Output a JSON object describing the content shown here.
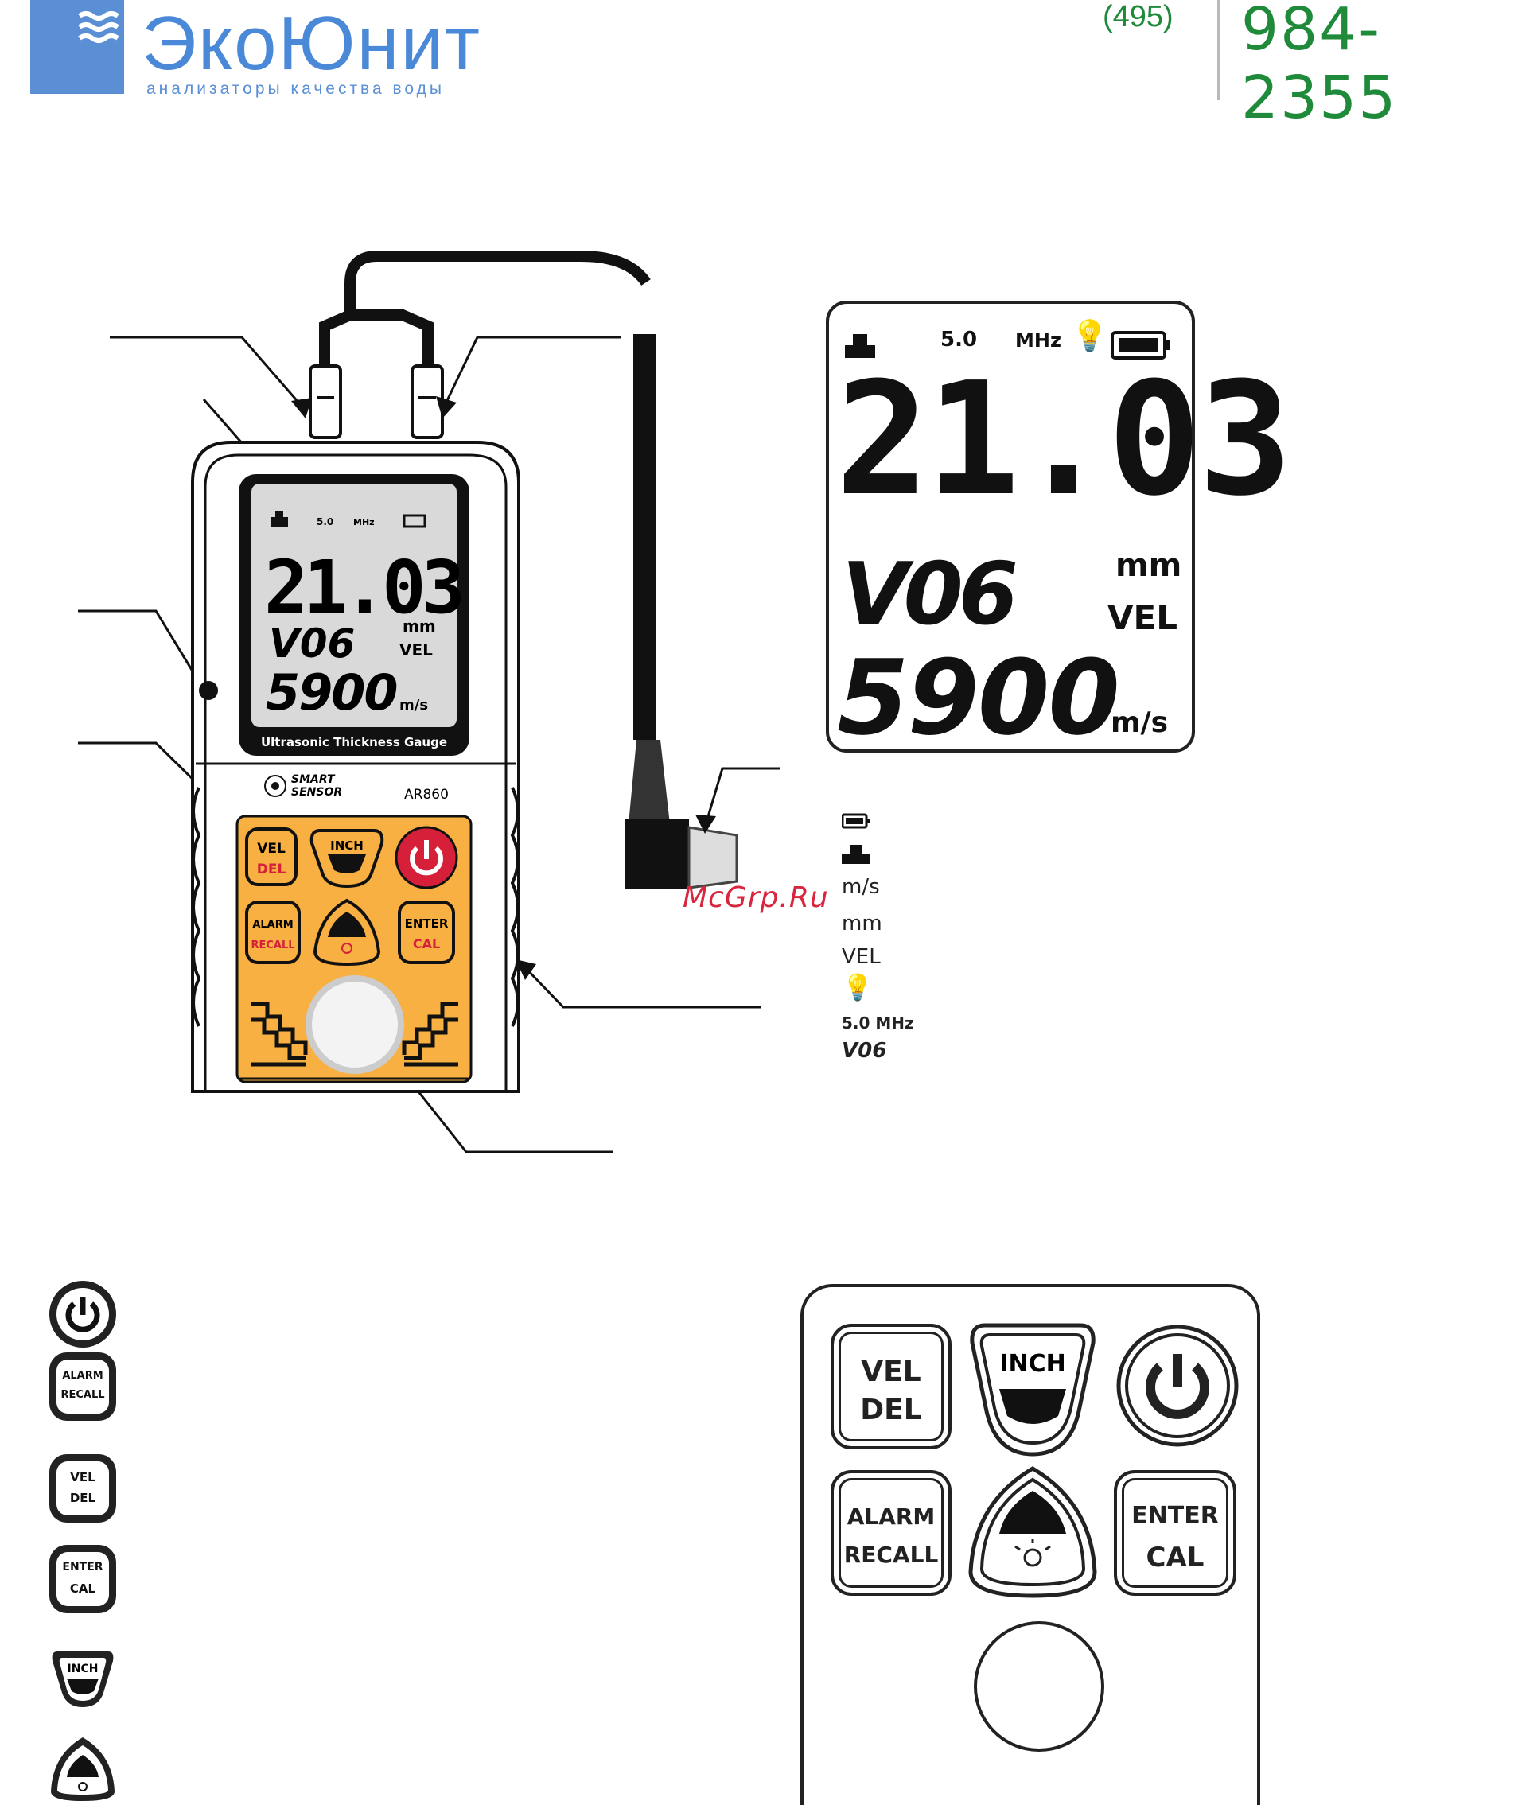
{
  "header": {
    "logo_word": "ЭкоЮнит",
    "logo_tagline": "анализаторы качества воды",
    "phone_code": "(495)",
    "phone_number": "984-2355"
  },
  "device": {
    "screen_caption": "Ultrasonic Thickness Gauge",
    "brand_line1": "SMART",
    "brand_line2": "SENSOR",
    "model": "AR860",
    "lcd": {
      "freq": "5.0",
      "freq_unit": "MHz",
      "thickness": "21.03",
      "material_code": "V06",
      "thickness_unit": "mm",
      "mode": "VEL",
      "velocity": "5900",
      "velocity_unit": "m/s"
    },
    "keys": {
      "vel": "VEL",
      "del": "DEL",
      "inch": "INCH",
      "alarm": "ALARM",
      "recall": "RECALL",
      "enter": "ENTER",
      "cal": "CAL"
    }
  },
  "legend": {
    "ms": "m/s",
    "mm": "mm",
    "vel": "VEL",
    "freq": "5.0 MHz",
    "code": "V06"
  },
  "watermark": "McGrp.Ru",
  "colors": {
    "keypad_orange": "#f7b041",
    "power_red": "#d6203a",
    "phone_green": "#1e8a3a",
    "logo_blue": "#4a88d8"
  }
}
